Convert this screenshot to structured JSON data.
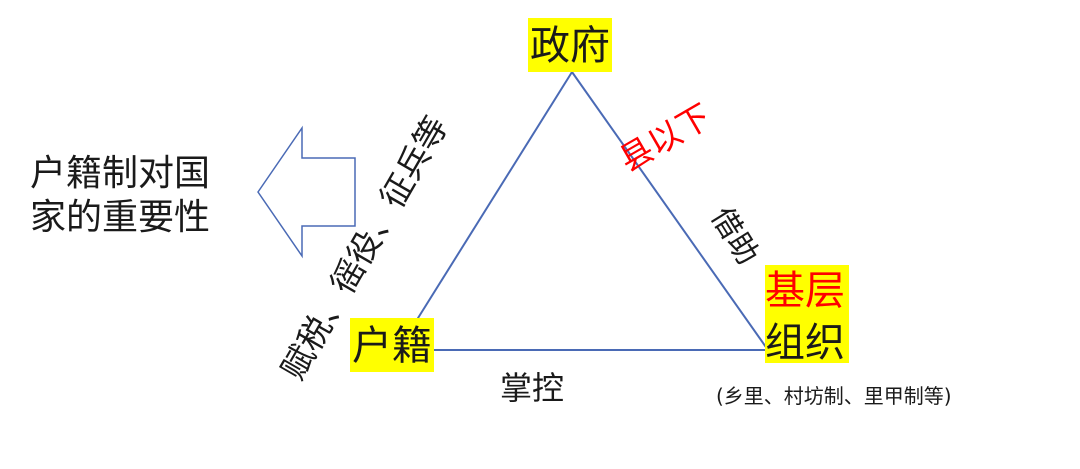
{
  "nodes": {
    "government": "政府",
    "household_registry": "户籍",
    "grassroots_line1": "基层",
    "grassroots_line2": "组织"
  },
  "edges": {
    "bottom": "掌控",
    "right_top": "县以下",
    "right_bottom": "借助",
    "left": "赋税、徭役、征兵等"
  },
  "note": "(乡里、村坊制、里甲制等)",
  "arrow_text": "户籍制对国家的重要性",
  "colors": {
    "highlight": "#ffff00",
    "accent_red": "#ff0000",
    "line": "#4a6ab5",
    "arrow_outline": "#4a6ab5"
  }
}
